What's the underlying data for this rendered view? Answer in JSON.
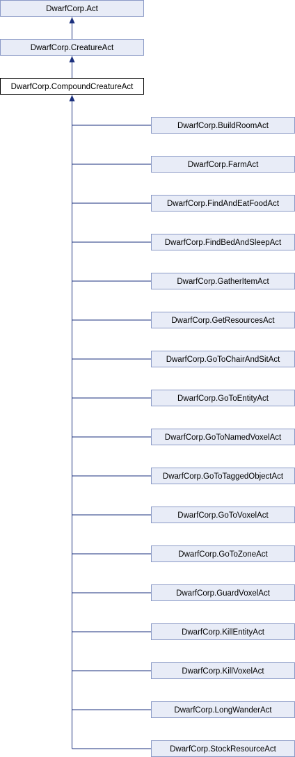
{
  "diagram": {
    "colors": {
      "node_fill": "#e8ecf7",
      "node_border": "#8a99c6",
      "current_fill": "#ffffff",
      "current_border": "#000000",
      "edge": "#1a2f7d"
    },
    "ancestors": [
      {
        "label": "DwarfCorp.Act"
      },
      {
        "label": "DwarfCorp.CreatureAct"
      }
    ],
    "current": {
      "label": "DwarfCorp.CompoundCreatureAct"
    },
    "derived": [
      {
        "label": "DwarfCorp.BuildRoomAct"
      },
      {
        "label": "DwarfCorp.FarmAct"
      },
      {
        "label": "DwarfCorp.FindAndEatFoodAct"
      },
      {
        "label": "DwarfCorp.FindBedAndSleepAct"
      },
      {
        "label": "DwarfCorp.GatherItemAct"
      },
      {
        "label": "DwarfCorp.GetResourcesAct"
      },
      {
        "label": "DwarfCorp.GoToChairAndSitAct"
      },
      {
        "label": "DwarfCorp.GoToEntityAct"
      },
      {
        "label": "DwarfCorp.GoToNamedVoxelAct"
      },
      {
        "label": "DwarfCorp.GoToTaggedObjectAct"
      },
      {
        "label": "DwarfCorp.GoToVoxelAct"
      },
      {
        "label": "DwarfCorp.GoToZoneAct"
      },
      {
        "label": "DwarfCorp.GuardVoxelAct"
      },
      {
        "label": "DwarfCorp.KillEntityAct"
      },
      {
        "label": "DwarfCorp.KillVoxelAct"
      },
      {
        "label": "DwarfCorp.LongWanderAct"
      },
      {
        "label": "DwarfCorp.StockResourceAct"
      }
    ]
  }
}
